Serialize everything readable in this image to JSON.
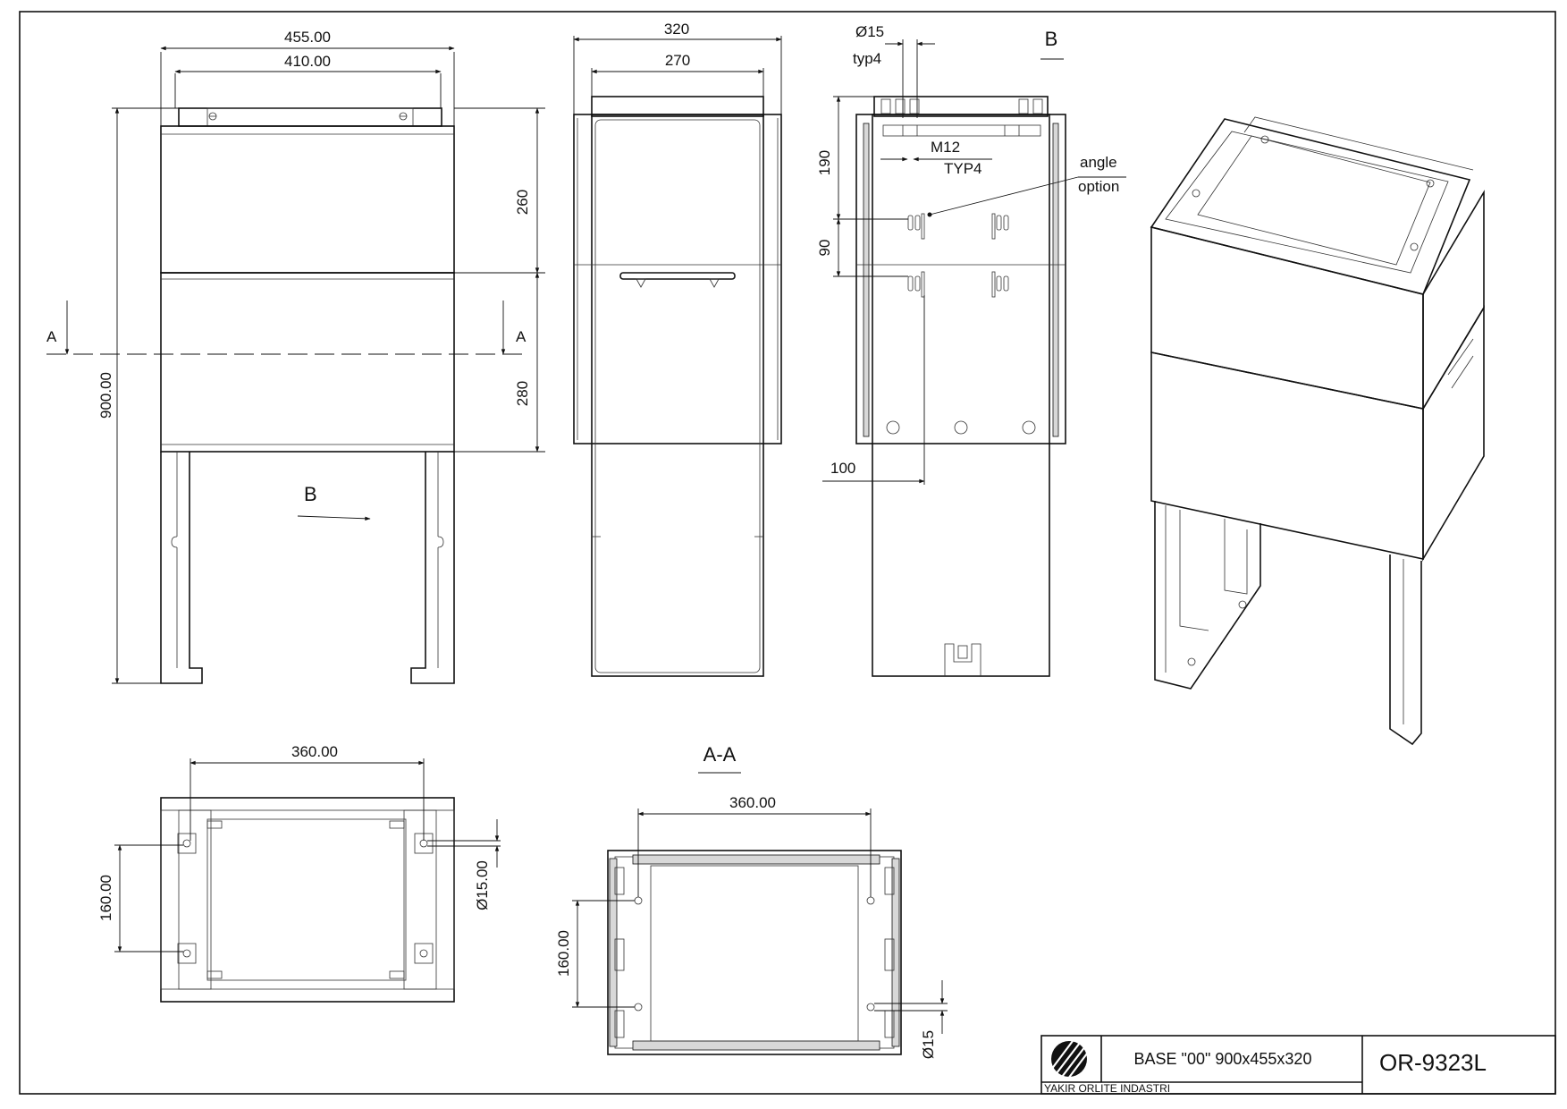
{
  "front_view": {
    "width_outer": "455.00",
    "width_inner": "410.00",
    "height_total": "900.00",
    "upper_panel": "260",
    "lower_panel": "280",
    "section_mark_left": "A",
    "section_mark_right": "A",
    "view_arrow": "B"
  },
  "side_view": {
    "depth_outer": "320",
    "depth_inner": "270"
  },
  "view_b": {
    "title": "B",
    "hole_dia": "Ø15",
    "hole_qty": "typ4",
    "thread": "M12",
    "thread_qty": "TYP4",
    "option_line1": "angle",
    "option_line2": "option",
    "dim_top": "190",
    "dim_slot": "90",
    "dim_offset": "100"
  },
  "top_view": {
    "hole_spacing_x": "360.00",
    "hole_spacing_y": "160.00",
    "hole_dia": "Ø15.00"
  },
  "section_aa": {
    "title": "A-A",
    "hole_spacing_x": "360.00",
    "hole_spacing_y": "160.00",
    "hole_dia": "Ø15"
  },
  "title_block": {
    "title": "BASE \"00\" 900x455x320",
    "code": "OR-9323L",
    "company": "YAKIR ORLITE INDASTRI"
  }
}
